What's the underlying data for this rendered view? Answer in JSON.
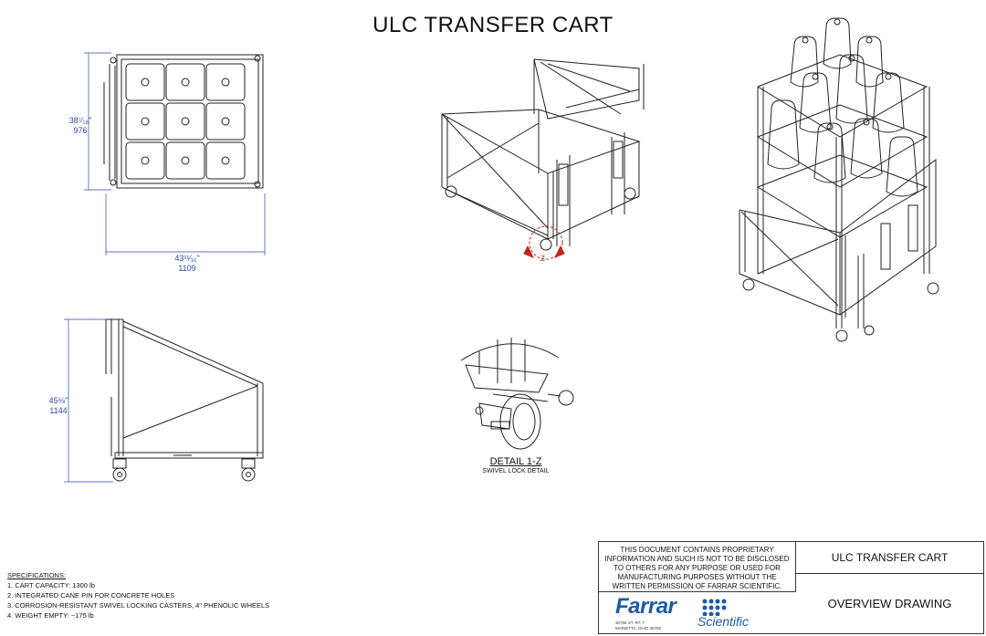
{
  "title": "ULC TRANSFER CART",
  "dimensions": {
    "top_depth_in": "38⁷⁄₁₆\"",
    "top_depth_mm": "976",
    "top_width_in": "43¹¹⁄₁₆\"",
    "top_width_mm": "1109",
    "side_height_in": "45⅛\"",
    "side_height_mm": "1144"
  },
  "detail": {
    "title": "DETAIL  1-Z",
    "subtitle": "SWIVEL LOCK DETAIL",
    "callout": "Z"
  },
  "specifications": {
    "heading": "SPECIFICATIONS:",
    "items": [
      "1. CART CAPACITY: 1300 lb",
      "2. INTEGRATED CANE PIN FOR CONCRETE HOLES",
      "3. CORROSION-RESISTANT SWIVEL LOCKING CASTERS, 4\" PHENOLIC WHEELS",
      "4. WEIGHT EMPTY: ~175 lb"
    ]
  },
  "title_block": {
    "notice_lines": [
      "THIS DOCUMENT CONTAINS PROPRIETARY",
      "INFORMATION AND SUCH IS NOT TO BE DISCLOSED",
      "TO OTHERS FOR ANY PURPOSE OR USED FOR",
      "MANUFACTURING PURPOSES WITHOUT THE",
      "WRITTEN PERMISSION OF FARRAR SCIENTIFIC."
    ],
    "drawing_name": "ULC TRANSFER CART",
    "drawing_type": "OVERVIEW DRAWING",
    "logo_word": "Farrar",
    "logo_sub": "Scientific",
    "address_lines": [
      "30765 ST. RT. 7",
      "MARIETTA, OHIO 45750"
    ]
  },
  "colors": {
    "dimension": "#2a4aa8",
    "callout": "#c0271d",
    "brand": "#1d5aa6"
  }
}
